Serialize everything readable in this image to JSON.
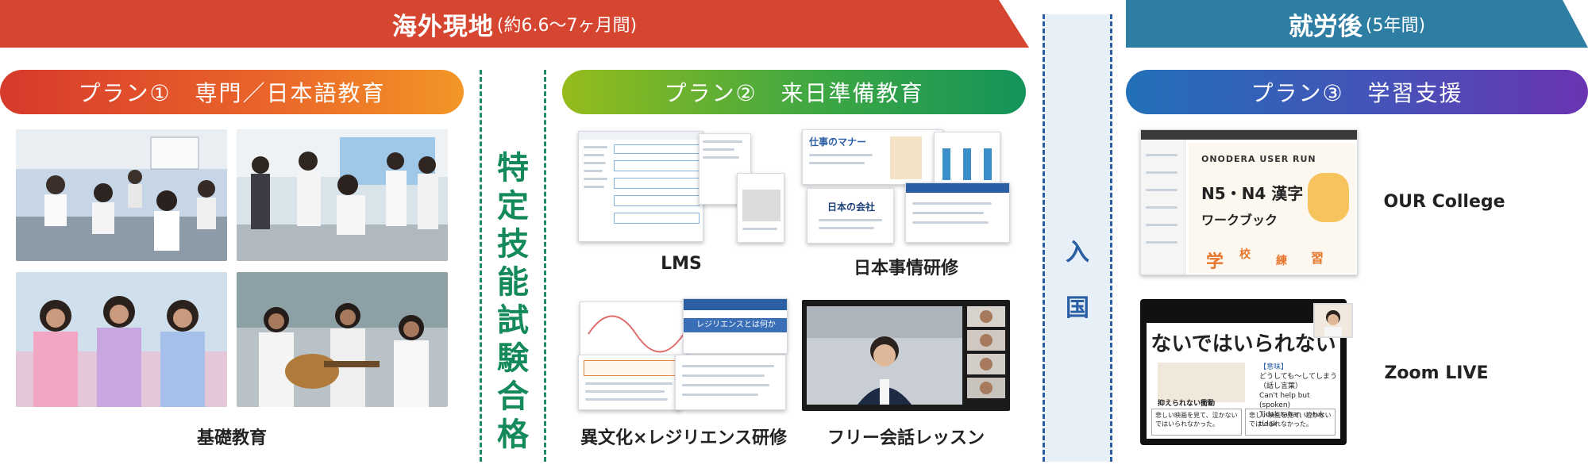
{
  "header": {
    "overseas_main": "海外現地",
    "overseas_sub": "(約6.6～7ヶ月間)",
    "work_main": "就労後",
    "work_sub": "(5年間)"
  },
  "entry": {
    "chars": [
      "入",
      "国"
    ]
  },
  "certification": {
    "text": "特定技能試験合格"
  },
  "plans": {
    "plan1": "プラン①　専門／日本語教育",
    "plan2": "プラン②　来日準備教育",
    "plan3": "プラン③　学習支援"
  },
  "captions": {
    "basic": "基礎教育",
    "lms": "LMS",
    "japan": "日本事情研修",
    "resilience": "異文化×レジリエンス研修",
    "lesson": "フリー会話レッスン",
    "our_college": "OUR College",
    "zoom_live": "Zoom LIVE"
  },
  "workbook": {
    "brand": "ONODERA USER RUN",
    "title": "N5・N4 漢字",
    "subtitle": "ワークブック",
    "kanji": [
      "学",
      "校",
      "練",
      "習"
    ]
  },
  "thumbs": {
    "japan_manner": "仕事のマナー",
    "japan_company": "日本の会社",
    "resilience_title": "レジリエンスとは何か"
  },
  "zoom": {
    "title": "ないではいられない",
    "grammar_label": "【意味】",
    "grammar_line1": "どうしても～してしまう（話し言葉）",
    "grammar_line2": "Can't help but (spoken)",
    "grammar_line3": "Tidak tahan untuk tidak",
    "caption": "抑えられない衝動",
    "example": "悲しい映画を見て、泣かないではいられなかった。"
  },
  "colors": {
    "overseas": "#d5452f",
    "work": "#2e7ea3",
    "entry": "#2a5fa5",
    "certification": "#14895a"
  }
}
